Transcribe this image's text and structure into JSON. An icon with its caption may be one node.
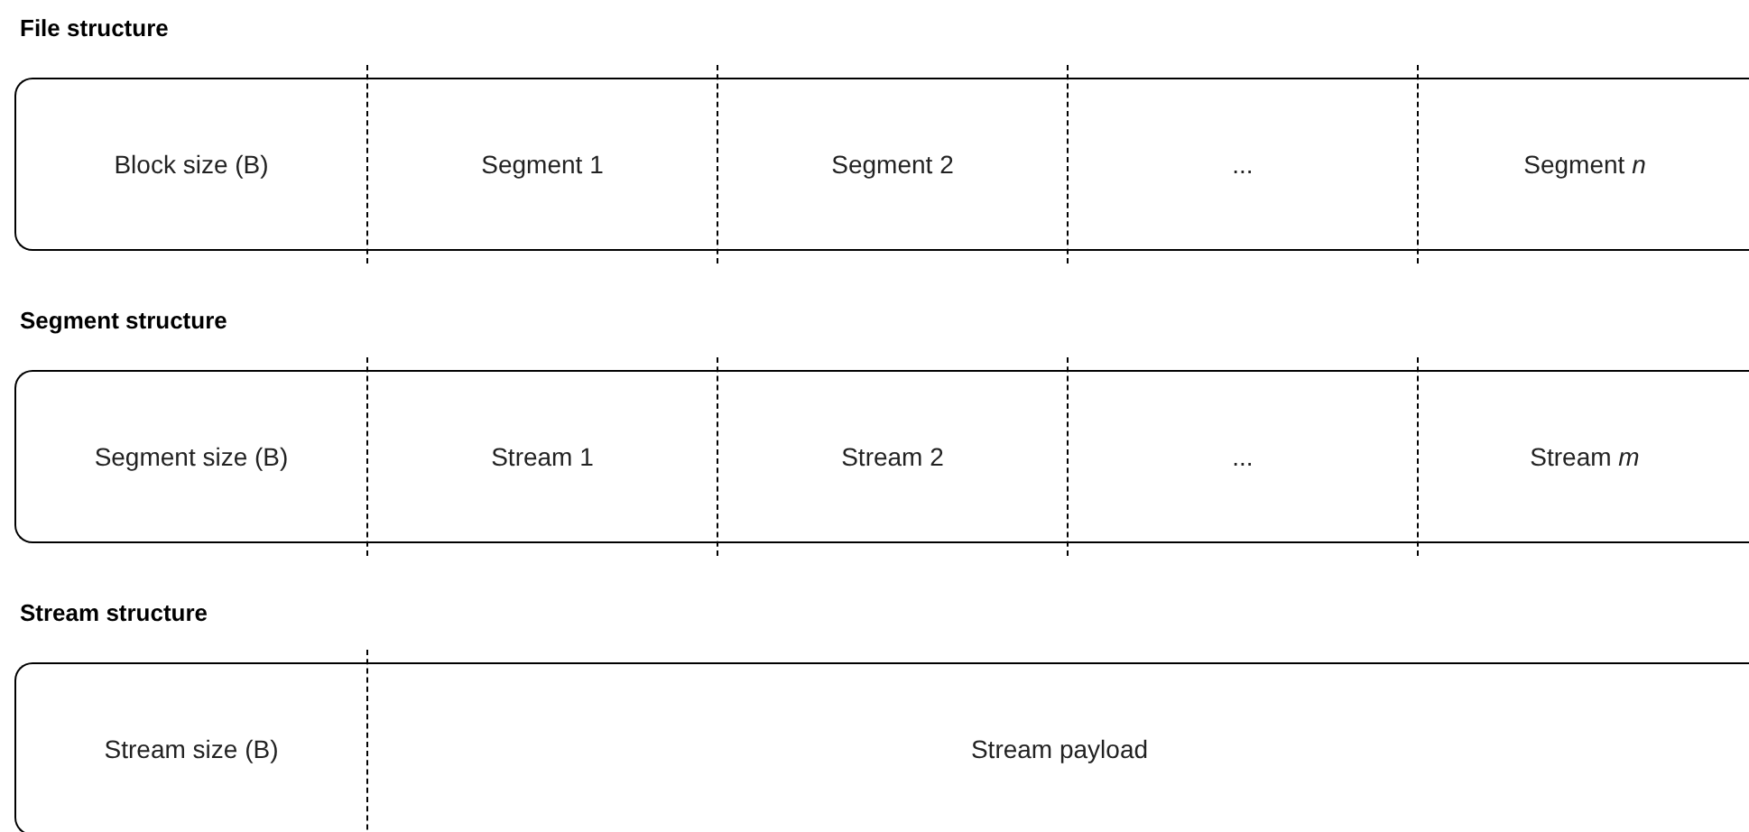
{
  "diagram": {
    "nodes": [
      {
        "text": [
          "File structure"
        ]
      },
      {
        "text": [
          "Block size (B)"
        ],
        "in": 0
      },
      {
        "text": [
          "Segment 1"
        ],
        "in": 0
      },
      {
        "text": [
          "Segment 2"
        ],
        "in": 0
      },
      {
        "text": [
          "..."
        ],
        "in": 0
      },
      {
        "text": [
          "Segment *n*"
        ],
        "in": 0
      },
      {
        "text": [
          "Segment structure"
        ]
      },
      {
        "text": [
          "Segment size (B)"
        ],
        "in": 6
      },
      {
        "text": [
          "Stream 1"
        ],
        "in": 6
      },
      {
        "text": [
          "Stream 2"
        ],
        "in": 6
      },
      {
        "text": [
          "..."
        ],
        "in": 6
      },
      {
        "text": [
          "Stream *m*"
        ],
        "in": 6
      },
      {
        "text": [
          "Stream structure"
        ]
      },
      {
        "text": [
          "Stream size (B)"
        ],
        "in": 12
      },
      {
        "text": [
          "Stream payload"
        ],
        "in": 12
      }
    ]
  }
}
